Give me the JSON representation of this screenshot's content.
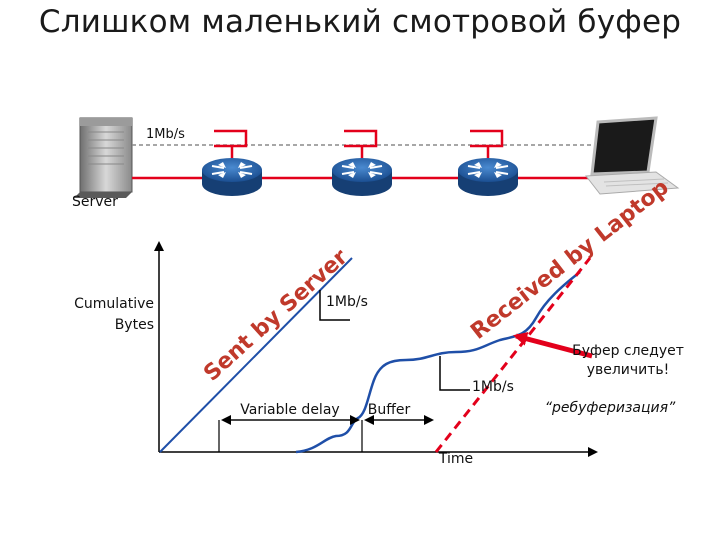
{
  "slide": {
    "title": "Слишком маленький смотровой буфер"
  },
  "network": {
    "link_rate_label": "1Mb/s",
    "server_label": "Server",
    "link_color": "#e3001b",
    "router_color": "#1f5fa8",
    "buffer_color": "#e3001b",
    "router_count": 3
  },
  "diagram": {
    "y_axis_label_line1": "Cumulative",
    "y_axis_label_line2": "Bytes",
    "x_axis_label": "Time",
    "sent_label": "Sent by Server",
    "received_label": "Received by Laptop",
    "sent_rate_label": "1Mb/s",
    "received_rate_label": "1Mb/s",
    "variable_delay_label": "Variable delay",
    "buffer_label": "Buffer",
    "note_line1": "Буфер следует",
    "note_line2": "увеличить!",
    "note_italic": "“ребуферизация”",
    "curve_color": "#1f4fa8",
    "accent_color": "#e3001b"
  }
}
